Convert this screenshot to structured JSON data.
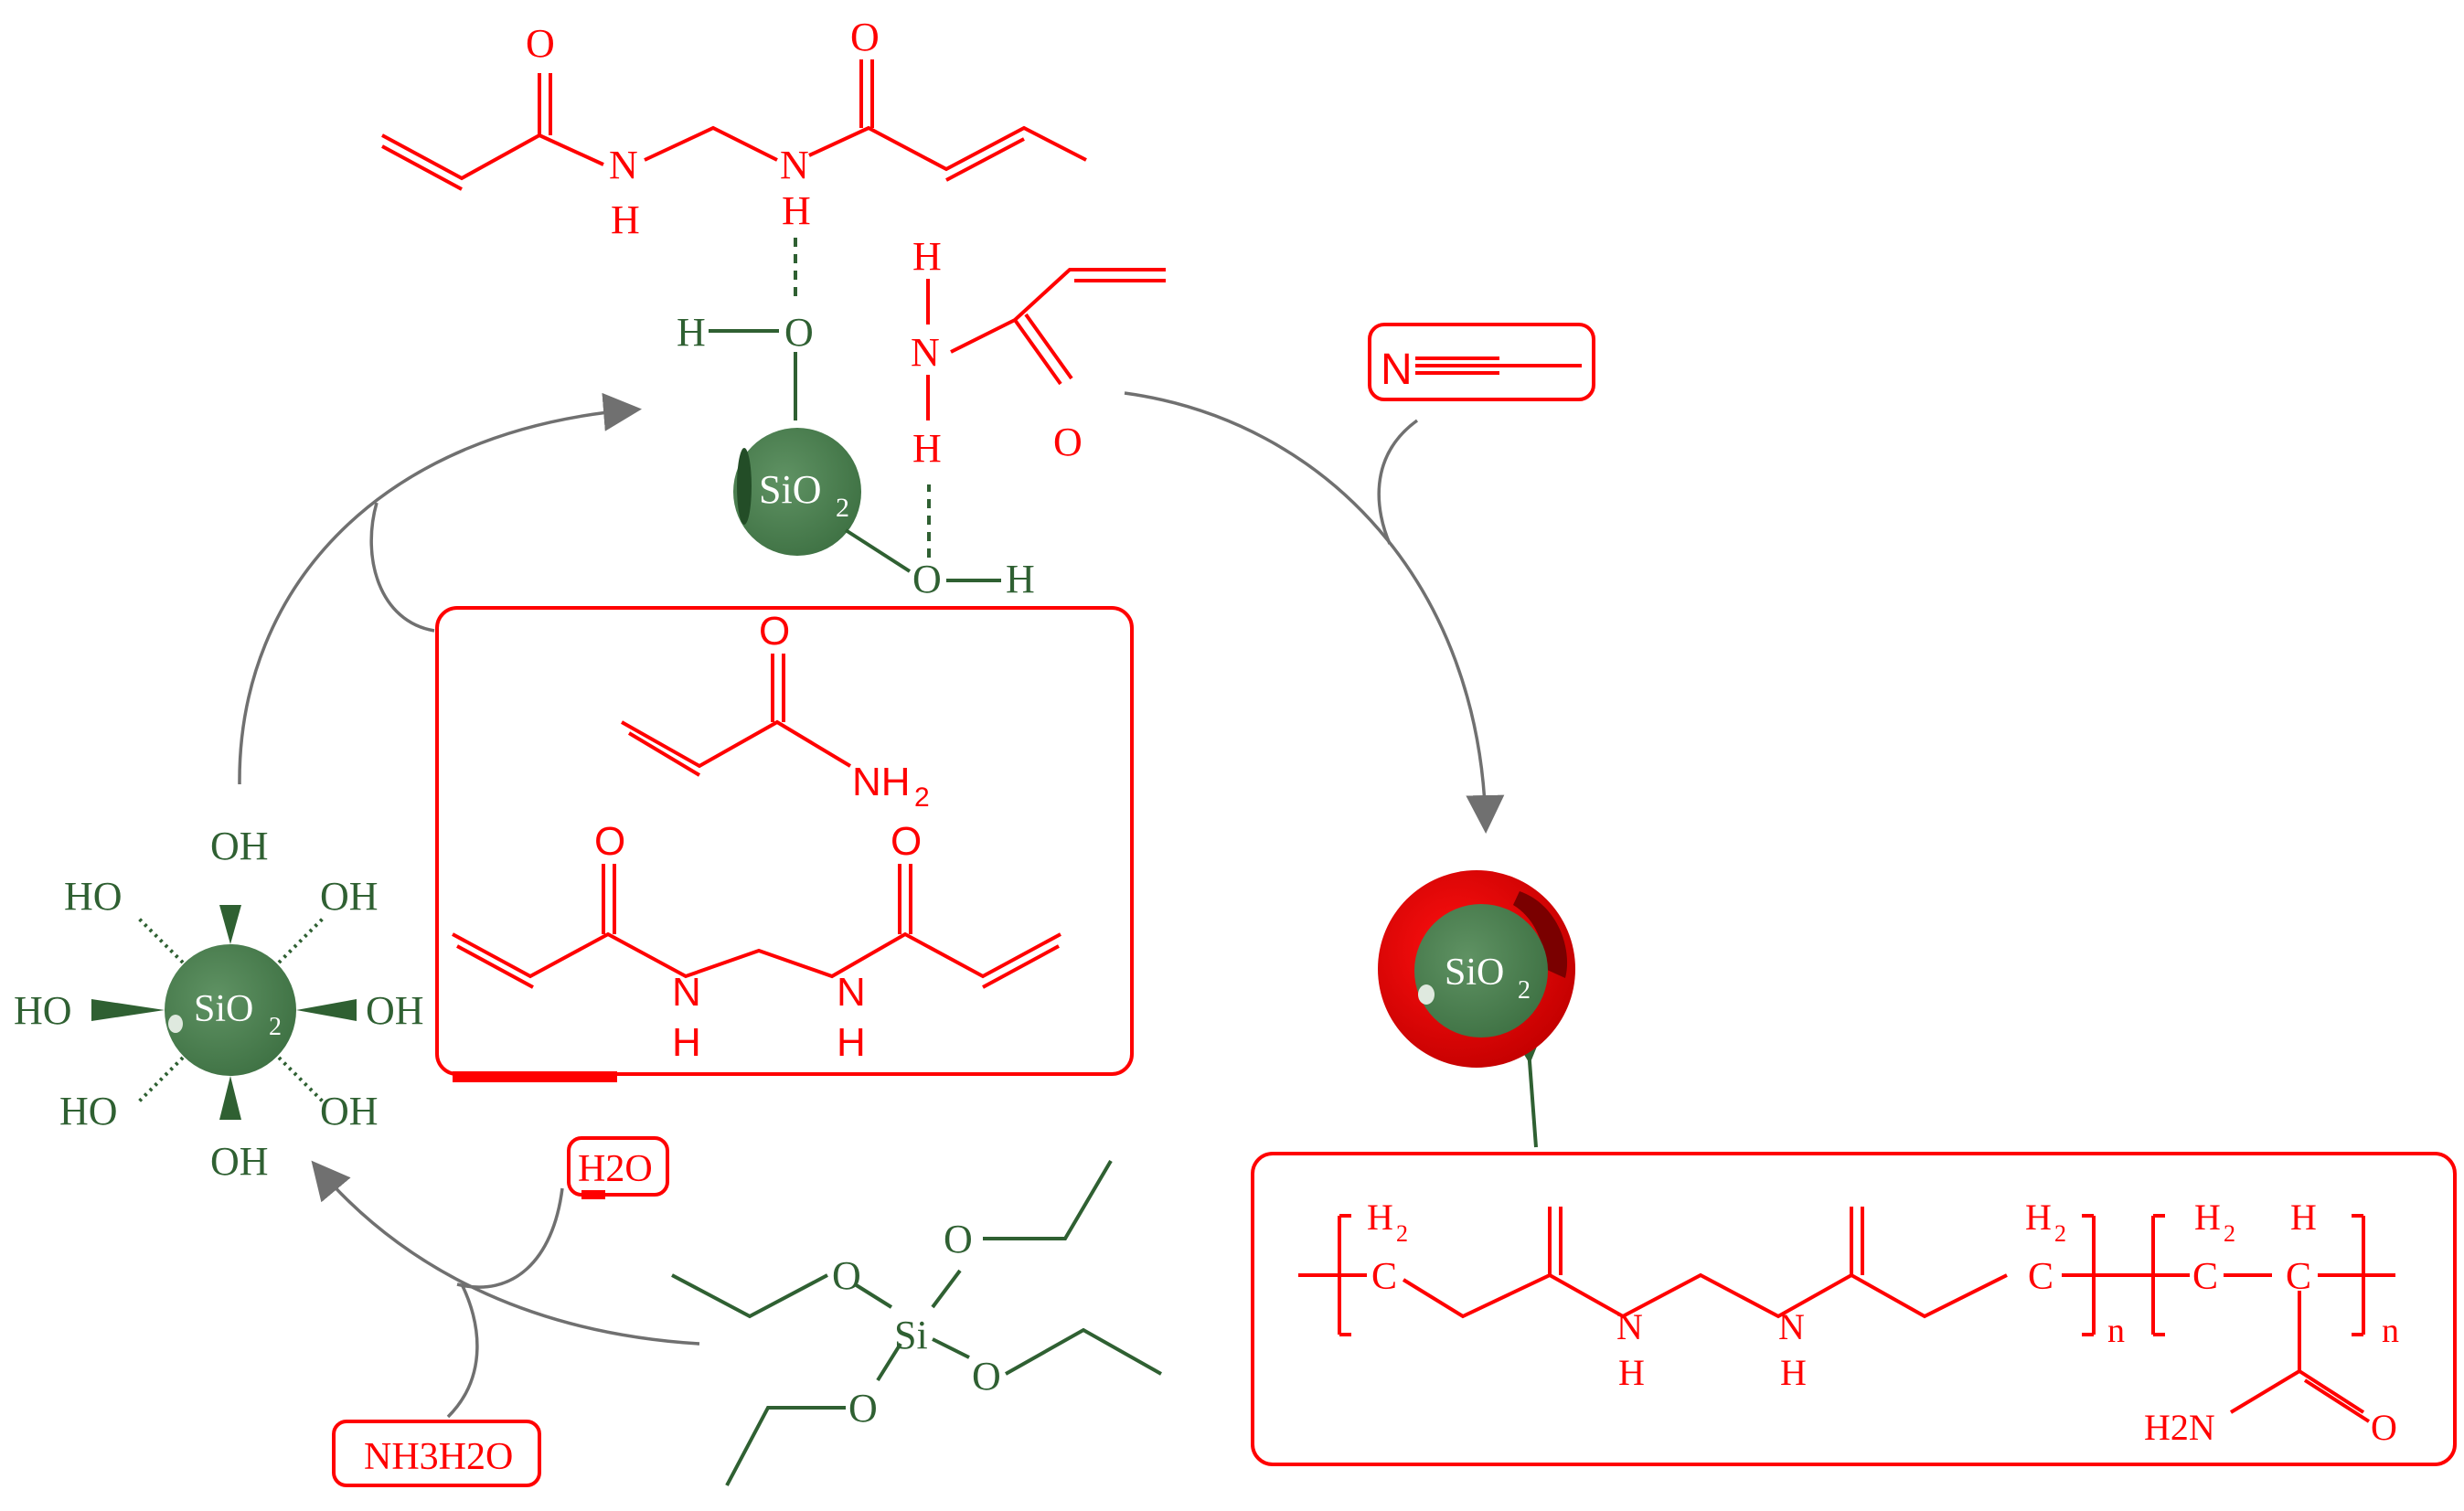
{
  "labels": {
    "O": "O",
    "N": "N",
    "H": "H",
    "C": "C",
    "OH": "OH",
    "HO": "HO",
    "Si": "Si",
    "NH": "NH",
    "NH2_top": "NH",
    "sub2": "2",
    "sio2": "SiO",
    "n": "n",
    "h2": "H",
    "H2O": "H2O",
    "NH3H2O": "NH3H2O",
    "H2N": "H2N"
  },
  "colors": {
    "red": "#ff0000",
    "green": "#2f6032",
    "sphere": "#4a7d4e",
    "arrow": "#707070"
  },
  "icons": [
    "sio2-sphere",
    "cycle-arrow",
    "nitrile-solvent"
  ]
}
